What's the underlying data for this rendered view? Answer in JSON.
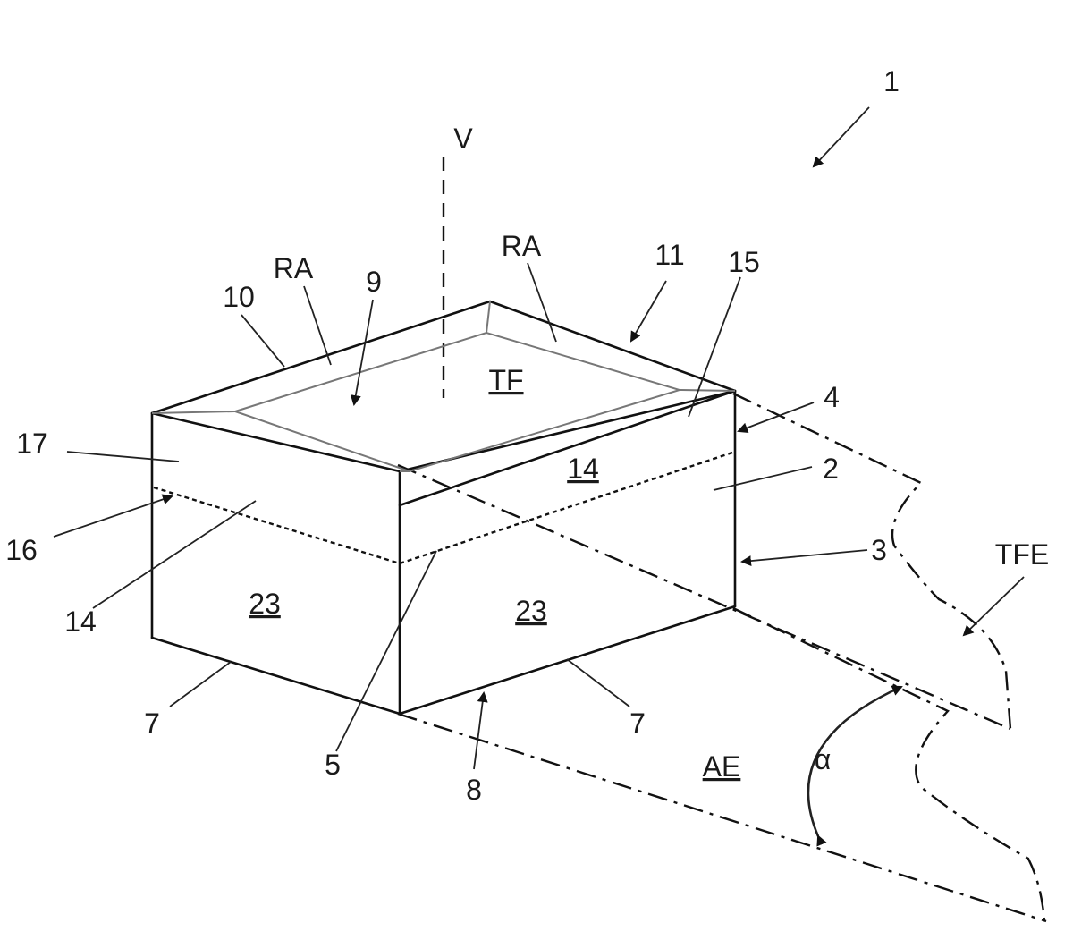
{
  "labels": {
    "ref1": "1",
    "V": "V",
    "RA_left": "RA",
    "RA_right": "RA",
    "ref11": "11",
    "ref15": "15",
    "ref10": "10",
    "ref9": "9",
    "TF": "TF",
    "ref4": "4",
    "ref17": "17",
    "ref14_top": "14",
    "ref2": "2",
    "ref16": "16",
    "ref3": "3",
    "TFE": "TFE",
    "ref14_left": "14",
    "ref23_left": "23",
    "ref23_right": "23",
    "ref7_left": "7",
    "ref7_right": "7",
    "ref5": "5",
    "ref8": "8",
    "AE": "AE",
    "alpha": "α"
  }
}
